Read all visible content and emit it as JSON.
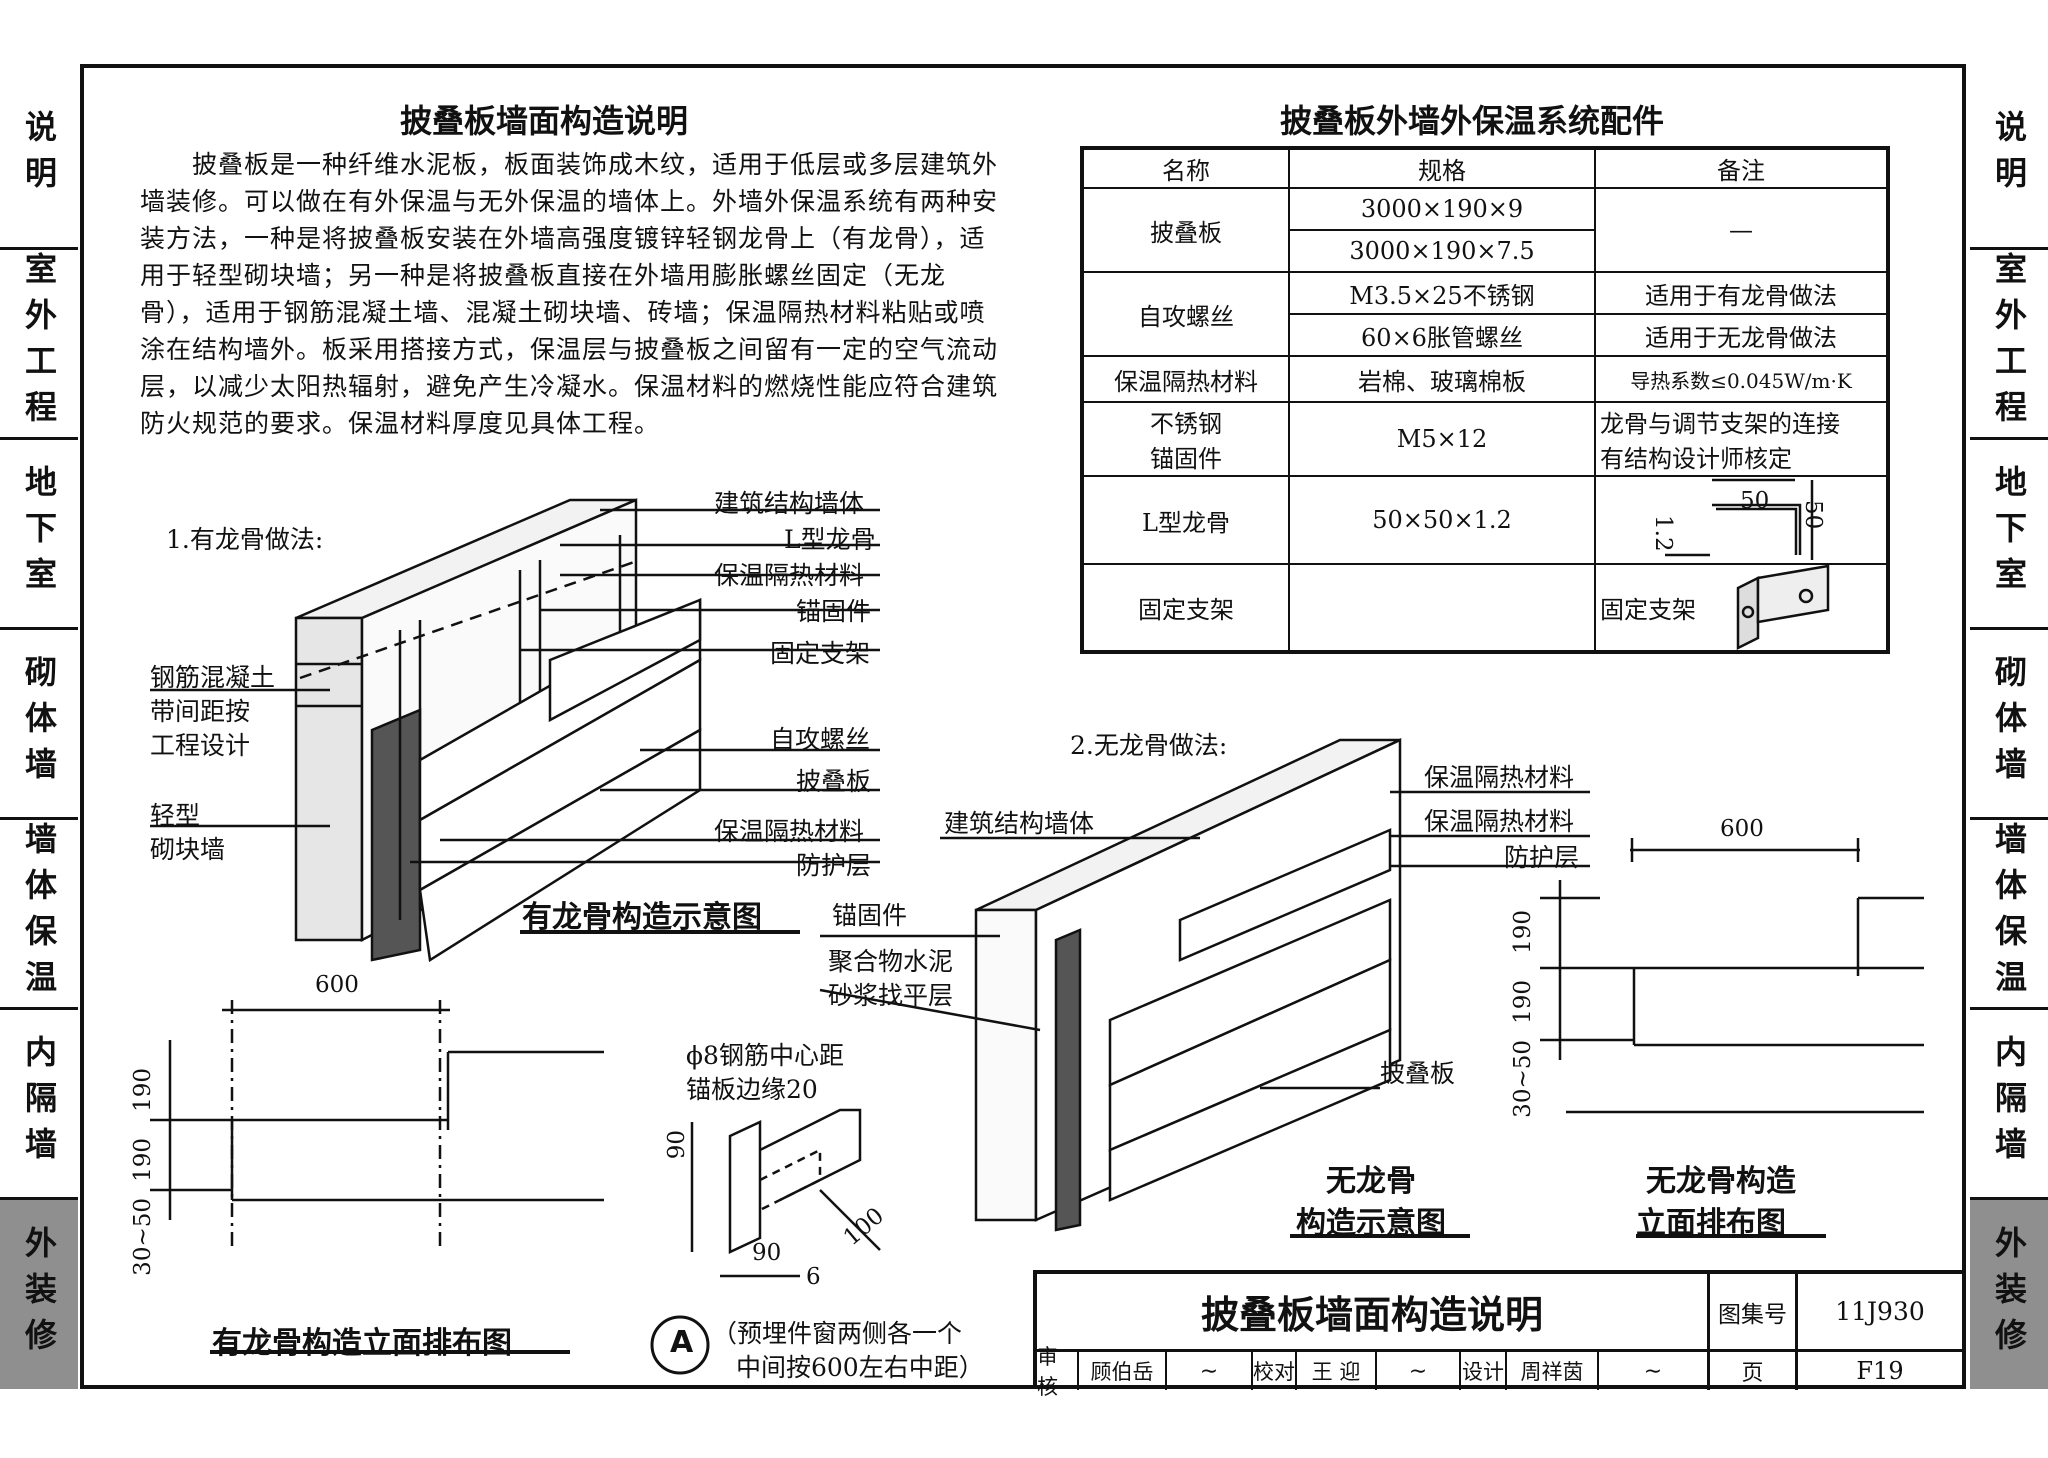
{
  "side_nav": [
    {
      "label": "说明"
    },
    {
      "label": "室外工程"
    },
    {
      "label": "地下室"
    },
    {
      "label": "砌体墙"
    },
    {
      "label": "墙体保温"
    },
    {
      "label": "内隔墙"
    },
    {
      "label": "外装修"
    }
  ],
  "left_section": {
    "title": "披叠板墙面构造说明",
    "body": "披叠板是一种纤维水泥板，板面装饰成木纹，适用于低层或多层建筑外墙装修。可以做在有外保温与无外保温的墙体上。外墙外保温系统有两种安装方法，一种是将披叠板安装在外墙高强度镀锌轻钢龙骨上（有龙骨），适用于轻型砌块墙；另一种是将披叠板直接在外墙用膨胀螺丝固定（无龙骨），适用于钢筋混凝土墙、混凝土砌块墙、砖墙；保温隔热材料粘贴或喷涂在结构墙外。板采用搭接方式，保温层与披叠板之间留有一定的空气流动层，以减少太阳热辐射，避免产生冷凝水。保温材料的燃烧性能应符合建筑防火规范的要求。保温材料厚度见具体工程。"
  },
  "table": {
    "title": "披叠板外墙外保温系统配件",
    "headers": [
      "名称",
      "规格",
      "备注"
    ],
    "r1": {
      "name": "披叠板",
      "spec1": "3000×190×9",
      "spec2": "3000×190×7.5",
      "note": "—"
    },
    "r2": {
      "name": "自攻螺丝",
      "spec1": "M3.5×25不锈钢",
      "note1": "适用于有龙骨做法",
      "spec2": "60×6胀管螺丝",
      "note2": "适用于无龙骨做法"
    },
    "r3": {
      "name": "保温隔热材料",
      "spec": "岩棉、玻璃棉板",
      "note": "导热系数≤0.045W/m·K"
    },
    "r4": {
      "name1": "不锈钢",
      "name2": "锚固件",
      "spec": "M5×12",
      "note1": "龙骨与调节支架的连接",
      "note2": "有结构设计师核定"
    },
    "r5": {
      "name": "L型龙骨",
      "spec": "50×50×1.2",
      "dim_a": "50",
      "dim_b": "50",
      "dim_t": "1.2"
    },
    "r6": {
      "name": "固定支架",
      "note": "固定支架"
    }
  },
  "method1": {
    "heading": "1.有龙骨做法:",
    "labels_right": [
      "建筑结构墙体",
      "L型龙骨",
      "保温隔热材料",
      "锚固件",
      "固定支架",
      "自攻螺丝",
      "披叠板",
      "保温隔热材料",
      "防护层"
    ],
    "label_rc1": "钢筋混凝土",
    "label_rc2": "带间距按",
    "label_rc3": "工程设计",
    "label_block1": "轻型",
    "label_block2": "砌块墙",
    "caption": "有龙骨构造示意图"
  },
  "method2": {
    "heading": "2.无龙骨做法:",
    "label_wall": "建筑结构墙体",
    "labels_right": [
      "保温隔热材料",
      "保温隔热材料",
      "防护层"
    ],
    "label_anchor": "锚固件",
    "label_mortar1": "聚合物水泥",
    "label_mortar2": "砂浆找平层",
    "label_board": "披叠板",
    "caption1": "无龙骨",
    "caption2": "构造示意图"
  },
  "elev1": {
    "dim_top": "600",
    "dim_a": "190",
    "dim_b": "190",
    "dim_c": "30~50",
    "caption": "有龙骨构造立面排布图"
  },
  "elev2": {
    "dim_top": "600",
    "dim_a": "190",
    "dim_b": "190",
    "dim_c": "30~50",
    "caption1": "无龙骨构造",
    "caption2": "立面排布图"
  },
  "detailA": {
    "note1": "ϕ8钢筋中心距",
    "note2": "锚板边缘20",
    "dim_90a": "90",
    "dim_90b": "90",
    "dim_100": "100",
    "dim_6": "6",
    "mark": "A",
    "remark1": "（预埋件窗两侧各一个",
    "remark2": "中间按600左右中距）"
  },
  "title_block": {
    "title": "披叠板墙面构造说明",
    "atlas_label": "图集号",
    "atlas_no": "11J930",
    "review_label": "审核",
    "reviewer": "顾伯岳",
    "check_label": "校对",
    "checker": "王  迎",
    "design_label": "设计",
    "designer": "周祥茵",
    "page_label": "页",
    "page_no": "F19"
  }
}
